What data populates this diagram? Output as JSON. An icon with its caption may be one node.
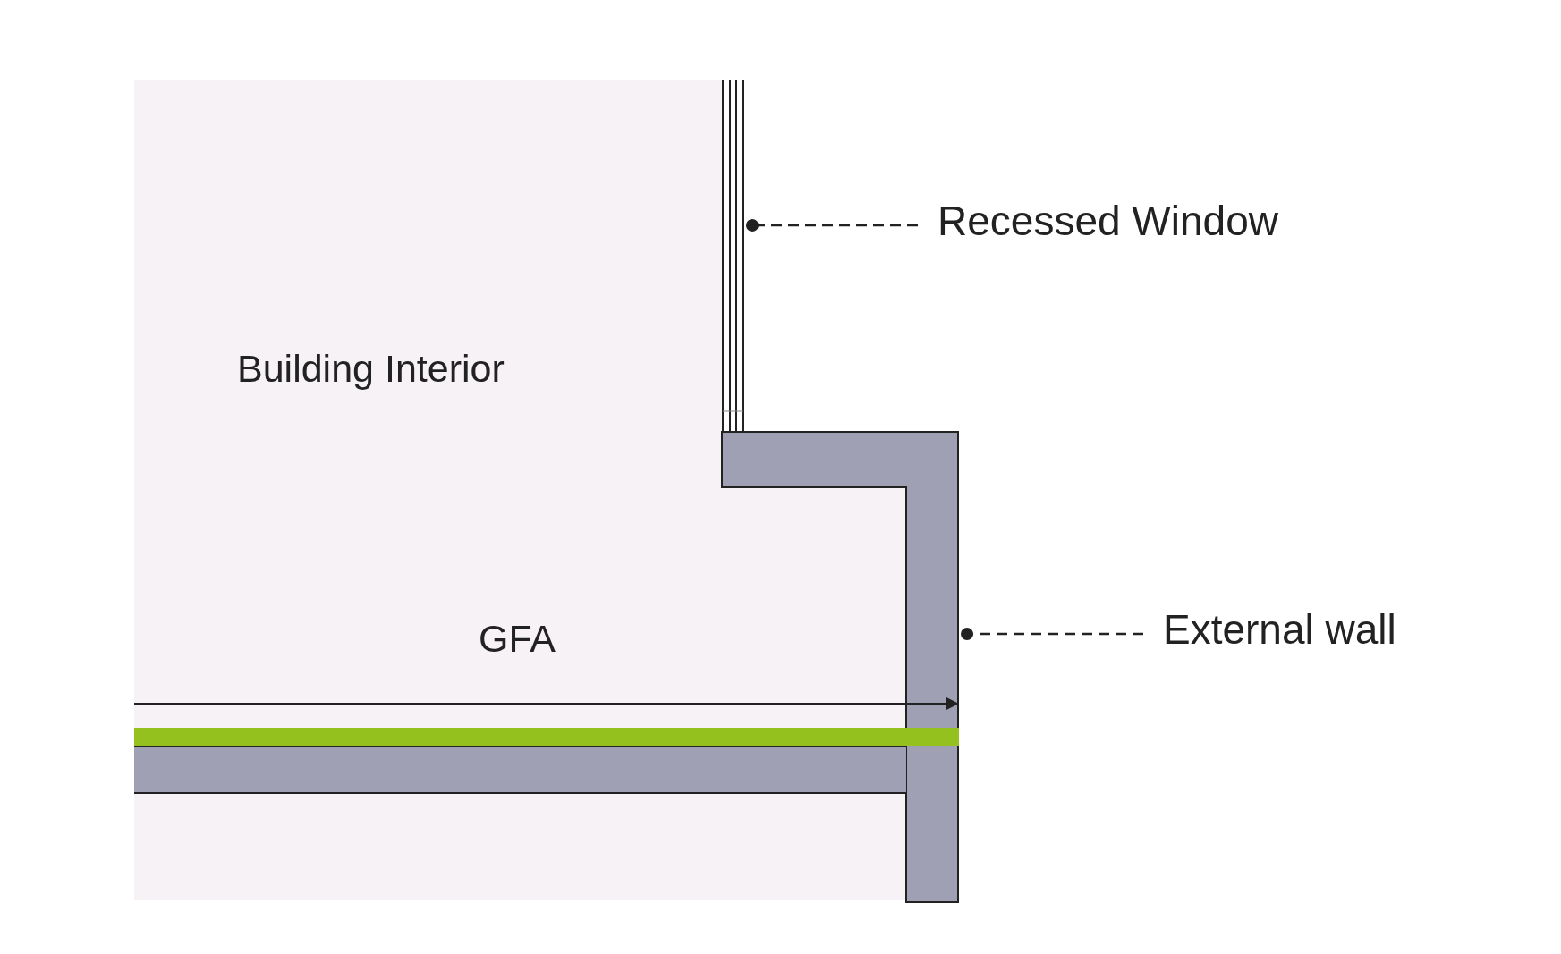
{
  "diagram": {
    "nodes": [
      {
        "text": [
          "Building Interior"
        ]
      },
      {
        "text": [],
        "shape": "box"
      },
      {
        "text": [],
        "shape": "box"
      },
      {
        "text": [
          "Recessed Window"
        ]
      },
      {
        "text": [
          "External wall"
        ]
      }
    ],
    "edges": [
      {
        "from": 3,
        "to": 1,
        "arrow": "other",
        "style": "dashed"
      },
      {
        "from": 4,
        "to": 2,
        "arrow": "other",
        "style": "dashed"
      },
      {
        "from": 0,
        "to": 2,
        "arrow": "to"
      }
    ],
    "labels": [
      "GFA"
    ]
  }
}
